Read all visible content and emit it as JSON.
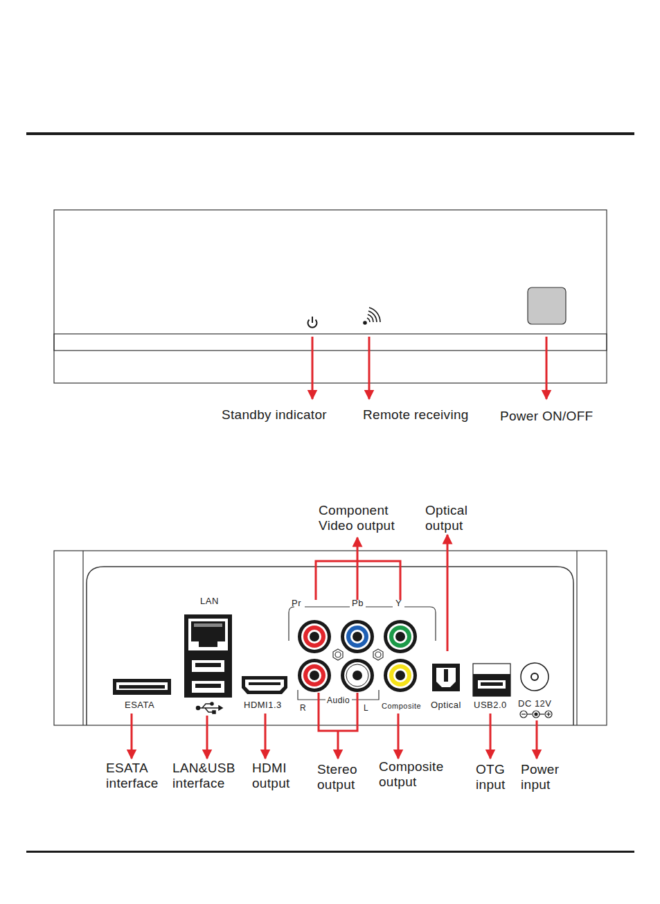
{
  "diagram": {
    "nodes": [
      {
        "text": [
          "LAN",
          "Pr",
          "Pb",
          "Y",
          "ESATA",
          "HDMI1.3",
          "Audio",
          "R",
          "L",
          "Composite",
          "Optical",
          "USB2.0",
          "DC 12V"
        ]
      }
    ],
    "labels": [
      "Standby indicator",
      "Remote receiving",
      "Power ON/OFF",
      "Component Video output",
      "Optical output",
      "ESATA interface",
      "LAN&USB interface",
      "HDMI output",
      "Stereo output",
      "Composite output",
      "OTG input",
      "Power input"
    ]
  }
}
